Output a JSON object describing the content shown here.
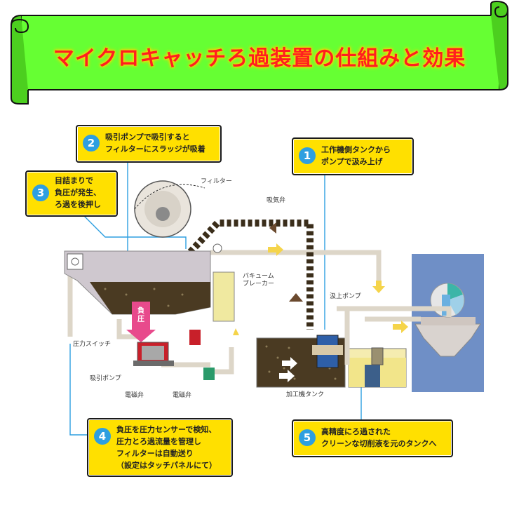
{
  "banner": {
    "title": "マイクロキャッチろ過装置の仕組みと効果"
  },
  "callouts": [
    {
      "number": "1",
      "text": "工作機側タンクから\nポンプで汲み上げ"
    },
    {
      "number": "2",
      "text": "吸引ポンプで吸引すると\nフィルターにスラッジが吸着"
    },
    {
      "number": "3",
      "text": "目詰まりで\n負圧が発生、\nろ過を後押し"
    },
    {
      "number": "4",
      "text": "負圧を圧力センサーで検知、\n圧力とろ過流量を管理し\nフィルターは自動送り\n（設定はタッチパネルにて）"
    },
    {
      "number": "5",
      "text": "高精度にろ過された\nクリーンな切削液を元のタンクへ"
    }
  ],
  "labels": {
    "filter": "フィルター",
    "intake_valve": "吸気弁",
    "vacuum_breaker": "バキューム\nブレーカー",
    "lift_pump": "汲上ポンプ",
    "negative_pressure": "負\n圧",
    "pressure_switch": "圧力スイッチ",
    "suction_pump": "吸引ポンプ",
    "solenoid_valve_1": "電磁弁",
    "solenoid_valve_2": "電磁弁",
    "machine_tank": "加工機タンク"
  },
  "colors": {
    "banner_fill": "#66ff33",
    "title": "#ff1f1f",
    "callout_fill": "#ffe000",
    "number_badge": "#2e9fe0",
    "sludge": "#4a3a22",
    "machine_panel": "#6f8fc6"
  }
}
